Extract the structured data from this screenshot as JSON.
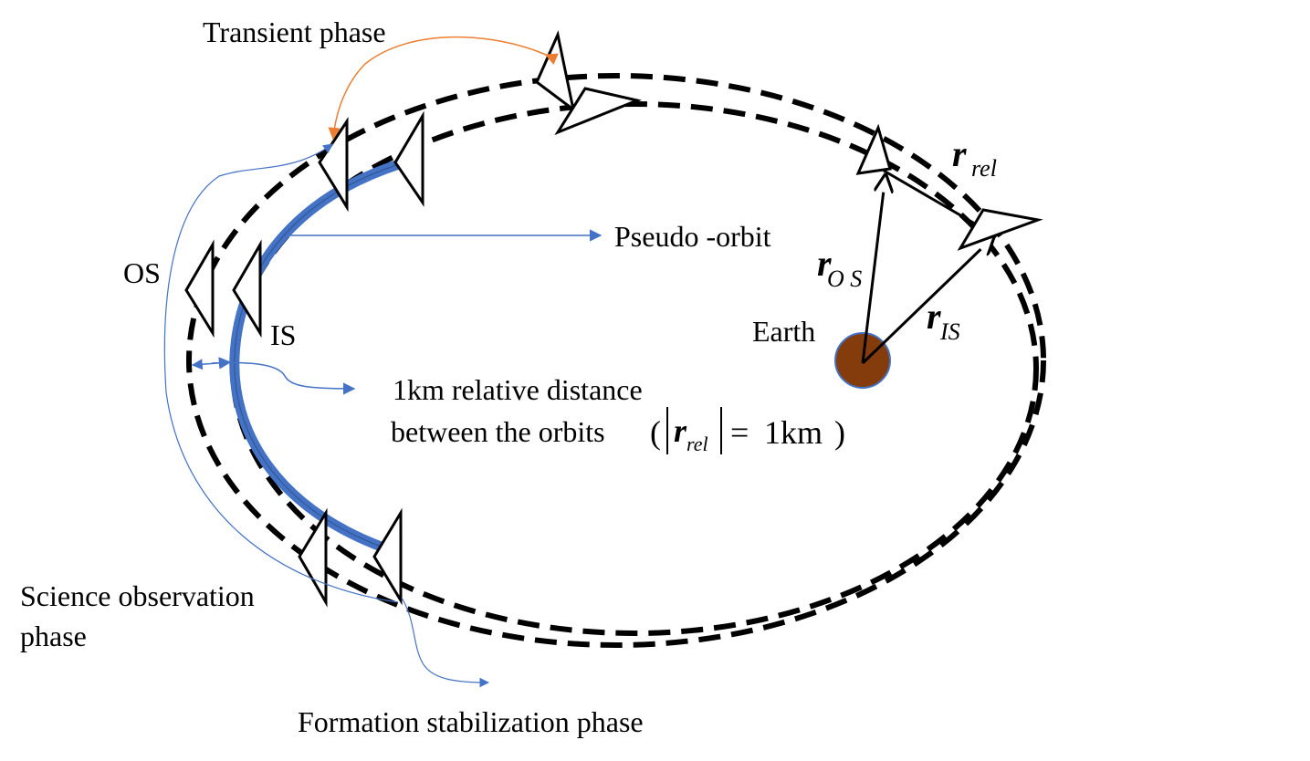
{
  "labels": {
    "transient_phase": "Transient phase",
    "pseudo_orbit": "Pseudo -orbit",
    "os": "OS",
    "is": "IS",
    "earth": "Earth",
    "relative_distance_line1": "1km relative distance",
    "relative_distance_line2": "between the orbits",
    "science_observation_line1": "Science  observation",
    "science_observation_line2": "phase",
    "formation_stabilization": "Formation stabilization phase"
  },
  "vectors": {
    "r_rel": {
      "symbol": "r",
      "subscript": "rel"
    },
    "r_os": {
      "symbol": "r",
      "subscript": "O S"
    },
    "r_is": {
      "symbol": "r",
      "subscript": "IS"
    }
  },
  "equation": {
    "open_paren": "(",
    "symbol": "r",
    "subscript": "rel",
    "equals": "=",
    "value": "1km",
    "close_paren": ")"
  },
  "colors": {
    "pseudo_orbit": "#4472C4",
    "pointer_lines": "#4472C4",
    "transient_arrow": "#ED7D31",
    "earth_fill": "#843C0C",
    "earth_stroke": "#4472C4",
    "orbit_dash": "#000000"
  }
}
